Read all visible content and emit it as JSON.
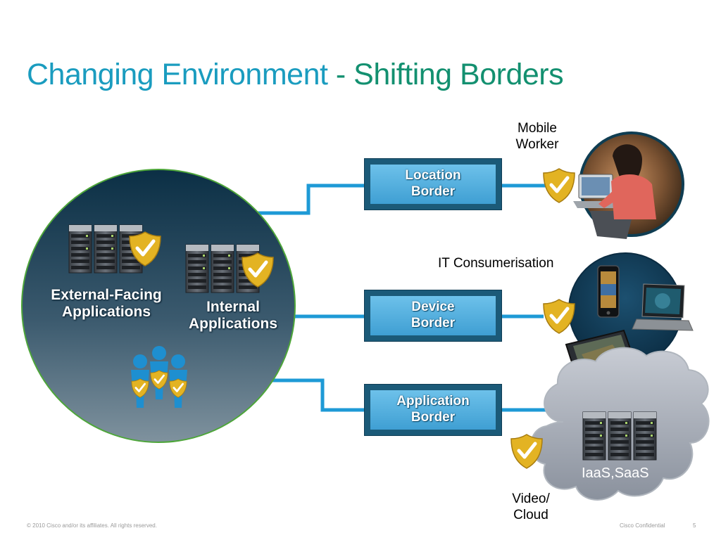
{
  "slide": {
    "title_part1": "Changing Environment",
    "title_part2": "- Shifting Borders"
  },
  "circle": {
    "external_label": "External-Facing Applications",
    "internal_label": "Internal Applications"
  },
  "borders": [
    {
      "label": "Location Border"
    },
    {
      "label": "Device Border"
    },
    {
      "label": "Application Border"
    }
  ],
  "endpoints": {
    "mobile_worker": "Mobile Worker",
    "it_consumerisation": "IT Consumerisation",
    "video_cloud": "Video/ Cloud",
    "cloud_services": "IaaS,SaaS"
  },
  "footer": {
    "copyright": "© 2010 Cisco and/or its affiliates. All rights reserved.",
    "confidential": "Cisco Confidential",
    "page_number": "5"
  },
  "colors": {
    "title_blue": "#1a9cbf",
    "title_green": "#139070",
    "connector": "#1e9ad6",
    "box_frame": "#1b5a78",
    "shield_gold": "#e3b323",
    "circle_dark": "#0c3146",
    "circle_outline": "#4ea63a"
  },
  "icons": [
    "server-rack-icon",
    "shield-check-icon",
    "users-icon",
    "laptop-icon",
    "smartphone-icon",
    "tablet-icon",
    "person-laptop-icon"
  ]
}
